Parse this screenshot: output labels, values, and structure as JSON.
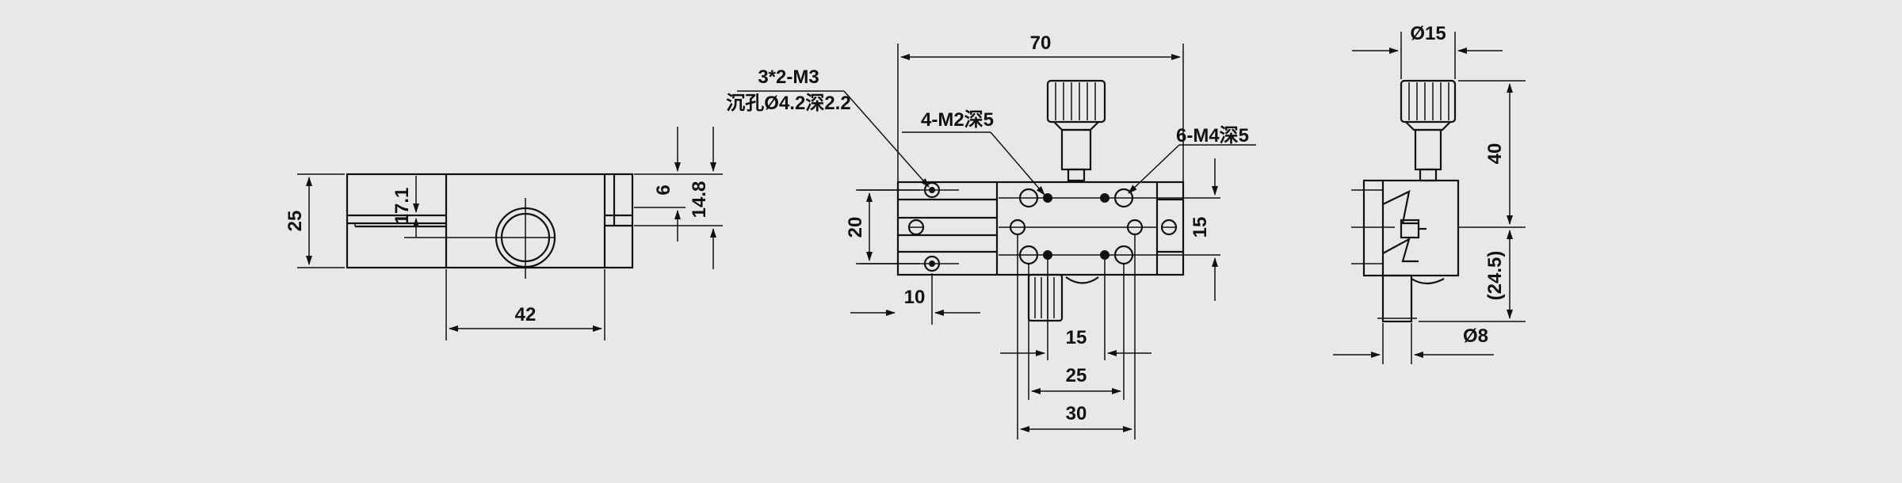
{
  "colors": {
    "background": "#e8e8e8",
    "line": "#111111"
  },
  "left_view": {
    "dim_height": "25",
    "dim_inner": "17.1",
    "dim_top": "6",
    "dim_right": "14.8",
    "dim_width": "42"
  },
  "front_view": {
    "dim_width": "70",
    "note_holes_line1": "3*2-M3",
    "note_holes_line2": "沉孔Ø4.2深2.2",
    "note_m2": "4-M2深5",
    "note_m4": "6-M4深5",
    "dim_left_height": "20",
    "dim_right_height": "15",
    "dim_left_offset": "10",
    "dim_inner_15": "15",
    "dim_inner_25": "25",
    "dim_bottom_30": "30"
  },
  "right_view": {
    "dim_knob": "Ø15",
    "dim_height": "40",
    "dim_lower": "(24.5)",
    "dim_shaft": "Ø8"
  }
}
